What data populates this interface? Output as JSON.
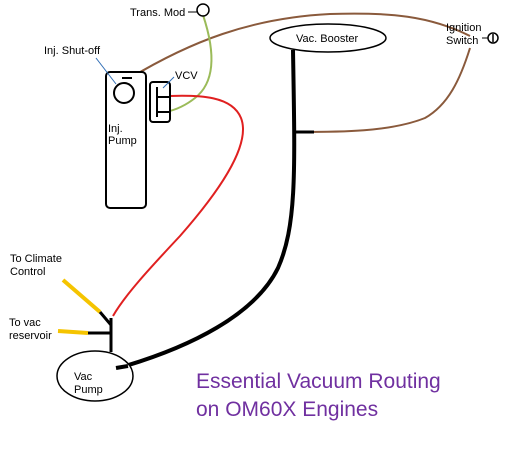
{
  "labels": {
    "trans_mod": "Trans. Mod",
    "inj_shutoff": "Inj. Shut-off",
    "vcv": "VCV",
    "inj_pump_1": "Inj.",
    "inj_pump_2": "Pump",
    "vac_booster": "Vac. Booster",
    "ignition_1": "Ignition",
    "ignition_2": "Switch",
    "climate_1": "To Climate",
    "climate_2": "Control",
    "reservoir_1": "To vac",
    "reservoir_2": "reservoir",
    "vac_pump_1": "Vac",
    "vac_pump_2": "Pump"
  },
  "title": {
    "line1": "Essential Vacuum Routing",
    "line2": "on OM60X Engines"
  },
  "colors": {
    "brown": "#8a5a3c",
    "green": "#9bbb59",
    "red": "#e02020",
    "yellow": "#f5c400",
    "pointer": "#2f6db5",
    "title": "#7030a0",
    "black": "#000000"
  }
}
